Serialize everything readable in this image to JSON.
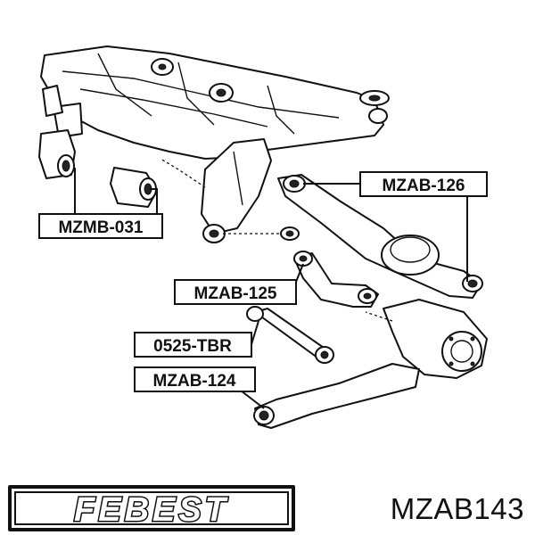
{
  "labels": {
    "mzmb_031": "MZMB-031",
    "mzab_126": "MZAB-126",
    "mzab_125": "MZAB-125",
    "tbr_0525": "0525-TBR",
    "mzab_124": "MZAB-124"
  },
  "brand": {
    "logo_text": "FEBEST"
  },
  "part_number": "MZAB143",
  "colors": {
    "ink": "#111111",
    "background": "#ffffff"
  }
}
